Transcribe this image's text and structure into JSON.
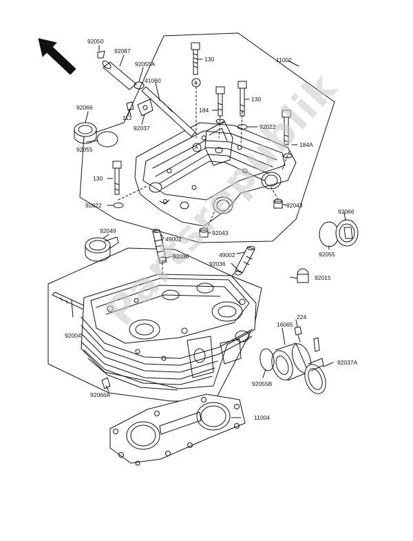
{
  "watermark": "Partsrepublik",
  "colors": {
    "line": "#111111",
    "watermark": "#c8c8c8"
  },
  "orientation_arrow": {
    "icon": "arrow-upper-left-icon"
  },
  "callouts": [
    {
      "id": "c-92050",
      "text": "92050"
    },
    {
      "id": "c-92087",
      "text": "92087"
    },
    {
      "id": "c-92055A",
      "text": "92055A"
    },
    {
      "id": "c-41060",
      "text": "41060"
    },
    {
      "id": "c-92066-a",
      "text": "92066"
    },
    {
      "id": "c-112",
      "text": "112"
    },
    {
      "id": "c-92037",
      "text": "92037"
    },
    {
      "id": "c-92055",
      "text": "92055"
    },
    {
      "id": "c-130-a",
      "text": "130"
    },
    {
      "id": "c-11002",
      "text": "11002"
    },
    {
      "id": "c-130-b",
      "text": "130"
    },
    {
      "id": "c-184",
      "text": "184"
    },
    {
      "id": "c-92022-a",
      "text": "92022"
    },
    {
      "id": "c-184A",
      "text": "184A"
    },
    {
      "id": "c-130-c",
      "text": "130"
    },
    {
      "id": "c-92022-b",
      "text": "92022"
    },
    {
      "id": "c-92043-a",
      "text": "92043"
    },
    {
      "id": "c-92066-b",
      "text": "92066"
    },
    {
      "id": "c-92049",
      "text": "92049"
    },
    {
      "id": "c-49002-a",
      "text": "49002"
    },
    {
      "id": "c-92043-b",
      "text": "92043"
    },
    {
      "id": "c-92036-a",
      "text": "92036"
    },
    {
      "id": "c-49002-b",
      "text": "49002"
    },
    {
      "id": "c-92055-b",
      "text": "92055"
    },
    {
      "id": "c-92036-b",
      "text": "92036"
    },
    {
      "id": "c-92015",
      "text": "92015"
    },
    {
      "id": "c-92004",
      "text": "92004"
    },
    {
      "id": "c-224",
      "text": "224"
    },
    {
      "id": "c-16065",
      "text": "16065"
    },
    {
      "id": "c-92037A",
      "text": "92037A"
    },
    {
      "id": "c-92055B",
      "text": "92055B"
    },
    {
      "id": "c-92066A",
      "text": "92066A"
    },
    {
      "id": "c-11004",
      "text": "11004"
    }
  ],
  "markers": [
    "A",
    "A"
  ]
}
